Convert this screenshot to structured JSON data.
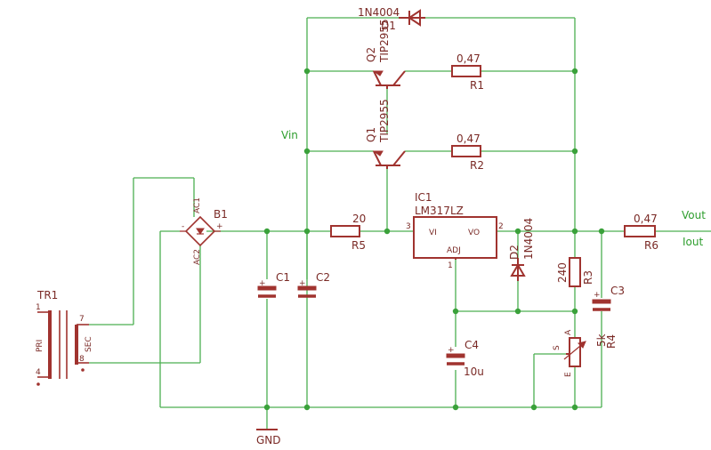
{
  "nets": {
    "vin": "Vin",
    "vout": "Vout",
    "iout": "Iout",
    "gnd": "GND"
  },
  "transformer": {
    "ref": "TR1",
    "pri": "PRI",
    "sec": "SEC",
    "p1": "1",
    "p4": "4",
    "p7": "7",
    "p8": "8"
  },
  "bridge": {
    "ref": "B1",
    "ac1": "AC1",
    "ac2": "AC2",
    "minus": "-",
    "plus": "+"
  },
  "d1": {
    "ref": "D1",
    "value": "1N4004"
  },
  "q2": {
    "ref": "Q2",
    "value": "TIP2955"
  },
  "q1": {
    "ref": "Q1",
    "value": "TIP2955"
  },
  "r1": {
    "ref": "R1",
    "value": "0,47"
  },
  "r2": {
    "ref": "R2",
    "value": "0,47"
  },
  "r5": {
    "ref": "R5",
    "value": "20"
  },
  "r6": {
    "ref": "R6",
    "value": "0,47"
  },
  "r3": {
    "ref": "R3",
    "value": "240"
  },
  "r4": {
    "ref": "R4",
    "value": "5k",
    "pin_a": "A",
    "pin_s": "S",
    "pin_e": "E"
  },
  "ic1": {
    "ref": "IC1",
    "value": "LM317LZ",
    "vi": "VI",
    "vo": "VO",
    "adj": "ADJ",
    "pin3": "3",
    "pin2": "2",
    "pin1": "1"
  },
  "c1": {
    "ref": "C1"
  },
  "c2": {
    "ref": "C2"
  },
  "c3": {
    "ref": "C3"
  },
  "c4": {
    "ref": "C4",
    "value": "10u"
  },
  "d2": {
    "ref": "D2",
    "value": "1N4004"
  },
  "polarity": "+"
}
